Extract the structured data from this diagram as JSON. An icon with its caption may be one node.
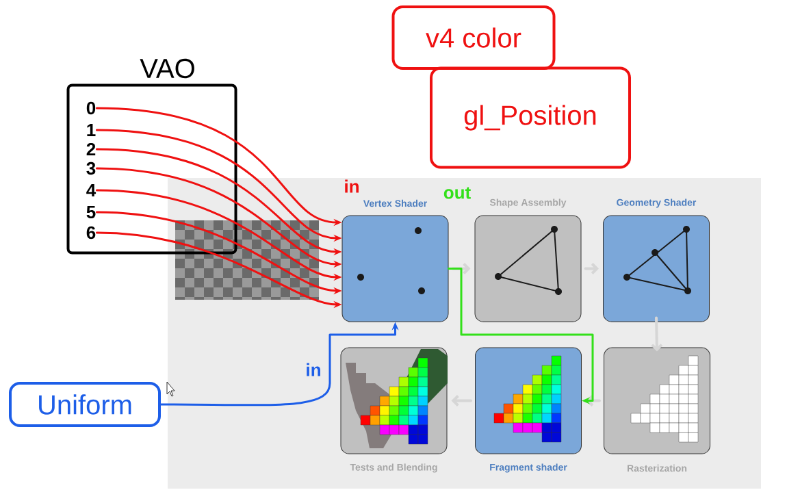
{
  "diagram": {
    "nodes": [
      {
        "text": [
          "VAO"
        ]
      },
      {
        "text": [
          "0"
        ],
        "in": 0
      },
      {
        "text": [
          "1"
        ],
        "in": 0
      },
      {
        "text": [
          "2"
        ],
        "in": 0
      },
      {
        "text": [
          "3"
        ],
        "in": 0
      },
      {
        "text": [
          "4"
        ],
        "in": 0
      },
      {
        "text": [
          "5"
        ],
        "in": 0
      },
      {
        "text": [
          "6"
        ],
        "in": 0
      },
      {
        "text": [
          "Vertex Shader"
        ]
      },
      {
        "text": [
          "Shape Assembly"
        ]
      },
      {
        "text": [
          "Geometry Shader"
        ]
      },
      {
        "text": [
          "Rasterization"
        ]
      },
      {
        "text": [
          "Fragment shader"
        ]
      },
      {
        "text": [
          "Tests and Blending"
        ]
      },
      {
        "text": [
          "v4 color"
        ]
      },
      {
        "text": [
          "gl_Position"
        ]
      },
      {
        "text": [
          "Uniform"
        ]
      }
    ],
    "edges": [
      {
        "from": 1,
        "to": 8,
        "arrow": "to"
      },
      {
        "from": 2,
        "to": 8,
        "arrow": "to"
      },
      {
        "from": 3,
        "to": 8,
        "arrow": "to"
      },
      {
        "from": 4,
        "to": 8,
        "arrow": "to"
      },
      {
        "from": 5,
        "to": 8,
        "arrow": "to"
      },
      {
        "from": 6,
        "to": 8,
        "arrow": "to"
      },
      {
        "from": 7,
        "to": 8,
        "arrow": "to"
      },
      {
        "from": 8,
        "to": 9,
        "arrow": "to",
        "color": "#d6d6d6"
      },
      {
        "from": 9,
        "to": 10,
        "arrow": "to",
        "color": "#d6d6d6"
      },
      {
        "from": 10,
        "to": 11,
        "arrow": "to",
        "color": "#d6d6d6"
      },
      {
        "from": 11,
        "to": 12,
        "arrow": "to",
        "color": "#d6d6d6"
      },
      {
        "from": 12,
        "to": 13,
        "arrow": "to",
        "color": "#d6d6d6"
      },
      {
        "from": 8,
        "to": 12,
        "arrow": "to",
        "color": "#33e01a"
      },
      {
        "from": 16,
        "to": 8,
        "arrow": "to",
        "color": "#1d5ee8"
      }
    ],
    "labels": [
      "in",
      "out",
      "in"
    ]
  }
}
